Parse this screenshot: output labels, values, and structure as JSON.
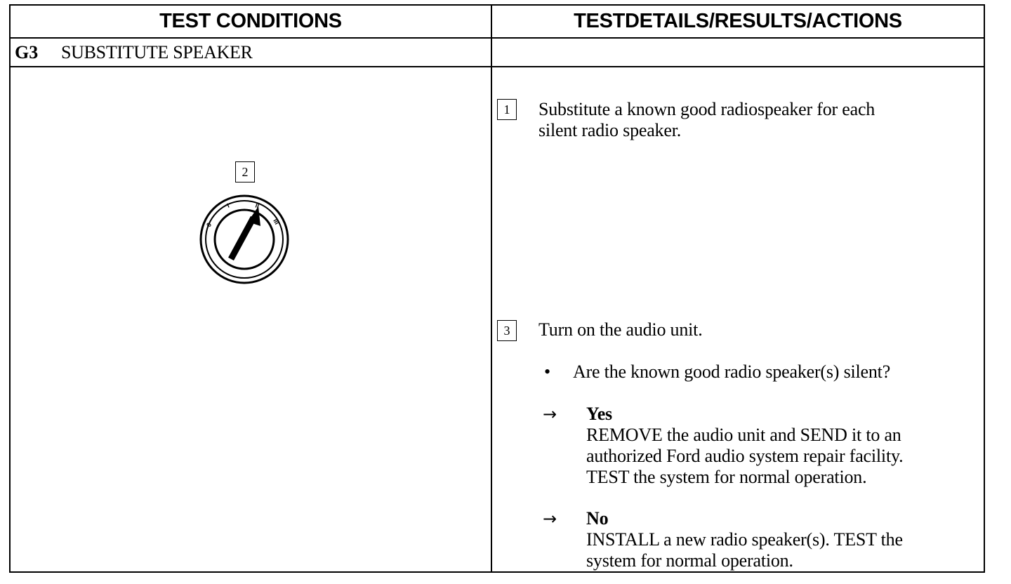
{
  "header": {
    "left": "TEST CONDITIONS",
    "right": "TESTDETAILS/RESULTS/ACTIONS"
  },
  "section": {
    "code": "G3",
    "title": "SUBSTITUTE SPEAKER"
  },
  "illustration": {
    "callout": "2",
    "icon": "ignition-switch-icon",
    "positions": [
      "0",
      "I",
      "II",
      "III"
    ]
  },
  "steps": [
    {
      "number": "1",
      "lines": [
        "Substitute a known good radiospeaker  for each",
        "silent radio speaker."
      ]
    },
    {
      "number": "3",
      "lines": [
        "Turn on the audio unit."
      ],
      "question": "Are the known good radio speaker(s) silent?",
      "outcomes": [
        {
          "answer": "Yes",
          "lines": [
            "REMOVE the audio unit and SEND it to an",
            "authorized Ford audio system repair facility.",
            "TEST the system for normal operation."
          ]
        },
        {
          "answer": "No",
          "lines": [
            "INSTALL a new radio speaker(s). TEST the",
            "system for normal operation."
          ]
        }
      ]
    }
  ],
  "symbols": {
    "bullet": "•",
    "arrow": "→"
  }
}
